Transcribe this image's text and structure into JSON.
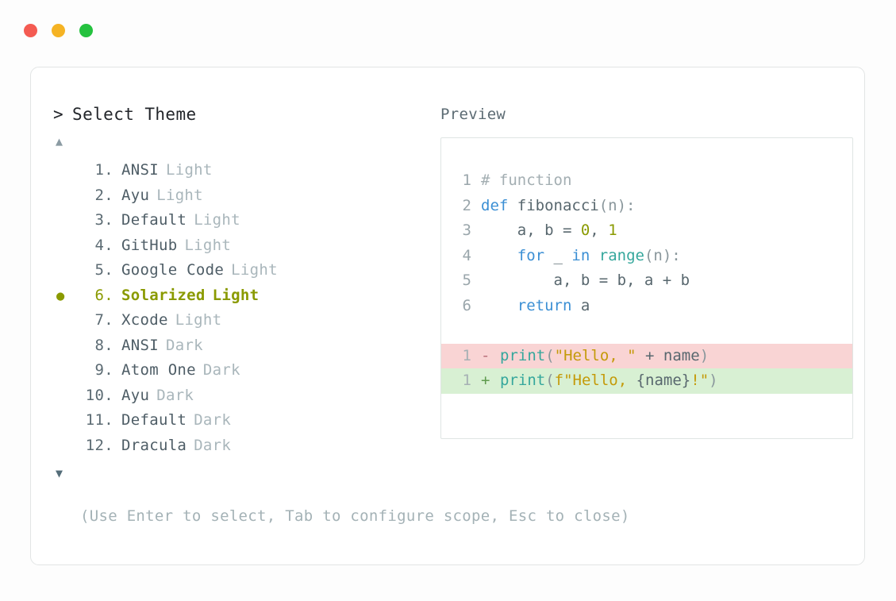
{
  "window": {
    "controls": [
      {
        "name": "close",
        "color": "#f45b52"
      },
      {
        "name": "minimize",
        "color": "#f5b324"
      },
      {
        "name": "maximize",
        "color": "#25c23f"
      }
    ]
  },
  "selector": {
    "caret": ">",
    "title": "Select Theme",
    "scroll_up": "▲",
    "scroll_down": "▼",
    "selected_index": 6,
    "selection_bullet": "●",
    "items": [
      {
        "index": "1.",
        "name": "ANSI",
        "variant": "Light",
        "selected": false,
        "bullet": ""
      },
      {
        "index": "2.",
        "name": "Ayu",
        "variant": "Light",
        "selected": false,
        "bullet": ""
      },
      {
        "index": "3.",
        "name": "Default",
        "variant": "Light",
        "selected": false,
        "bullet": ""
      },
      {
        "index": "4.",
        "name": "GitHub",
        "variant": "Light",
        "selected": false,
        "bullet": ""
      },
      {
        "index": "5.",
        "name": "Google Code",
        "variant": "Light",
        "selected": false,
        "bullet": ""
      },
      {
        "index": "6.",
        "name": "Solarized",
        "variant": "Light",
        "selected": true,
        "bullet": "●"
      },
      {
        "index": "7.",
        "name": "Xcode",
        "variant": "Light",
        "selected": false,
        "bullet": ""
      },
      {
        "index": "8.",
        "name": "ANSI",
        "variant": "Dark",
        "selected": false,
        "bullet": ""
      },
      {
        "index": "9.",
        "name": "Atom One",
        "variant": "Dark",
        "selected": false,
        "bullet": ""
      },
      {
        "index": "10.",
        "name": "Ayu",
        "variant": "Dark",
        "selected": false,
        "bullet": ""
      },
      {
        "index": "11.",
        "name": "Default",
        "variant": "Dark",
        "selected": false,
        "bullet": ""
      },
      {
        "index": "12.",
        "name": "Dracula",
        "variant": "Dark",
        "selected": false,
        "bullet": ""
      }
    ]
  },
  "preview": {
    "label": "Preview",
    "code_lines": [
      {
        "lineno": "1",
        "tokens": [
          {
            "t": "# function",
            "c": "tok-comment"
          }
        ]
      },
      {
        "lineno": "2",
        "tokens": [
          {
            "t": "def ",
            "c": "tok-keyword"
          },
          {
            "t": "fibonacci",
            "c": "tok-func"
          },
          {
            "t": "(n):",
            "c": "tok-punct"
          }
        ]
      },
      {
        "lineno": "3",
        "tokens": [
          {
            "t": "    a, b = ",
            "c": "tok-plain"
          },
          {
            "t": "0",
            "c": "tok-number"
          },
          {
            "t": ", ",
            "c": "tok-plain"
          },
          {
            "t": "1",
            "c": "tok-number"
          }
        ]
      },
      {
        "lineno": "4",
        "tokens": [
          {
            "t": "    ",
            "c": "tok-plain"
          },
          {
            "t": "for",
            "c": "tok-keyword"
          },
          {
            "t": " _ ",
            "c": "tok-plain"
          },
          {
            "t": "in",
            "c": "tok-keyword"
          },
          {
            "t": " ",
            "c": "tok-plain"
          },
          {
            "t": "range",
            "c": "tok-builtin"
          },
          {
            "t": "(n):",
            "c": "tok-punct"
          }
        ]
      },
      {
        "lineno": "5",
        "tokens": [
          {
            "t": "        a, b = b, a + b",
            "c": "tok-plain"
          }
        ]
      },
      {
        "lineno": "6",
        "tokens": [
          {
            "t": "    ",
            "c": "tok-plain"
          },
          {
            "t": "return",
            "c": "tok-keyword"
          },
          {
            "t": " a",
            "c": "tok-plain"
          }
        ]
      }
    ],
    "diff_lines": [
      {
        "lineno": "1",
        "kind": "removed",
        "sign": "-",
        "tokens": [
          {
            "t": "print",
            "c": "tok-builtin"
          },
          {
            "t": "(",
            "c": "tok-punct"
          },
          {
            "t": "\"Hello, \"",
            "c": "tok-string"
          },
          {
            "t": " + name",
            "c": "tok-plain"
          },
          {
            "t": ")",
            "c": "tok-punct"
          }
        ]
      },
      {
        "lineno": "1",
        "kind": "added",
        "sign": "+",
        "tokens": [
          {
            "t": "print",
            "c": "tok-builtin"
          },
          {
            "t": "(",
            "c": "tok-punct"
          },
          {
            "t": "f\"Hello, ",
            "c": "tok-string"
          },
          {
            "t": "{name}",
            "c": "tok-plain"
          },
          {
            "t": "!\"",
            "c": "tok-string"
          },
          {
            "t": ")",
            "c": "tok-punct"
          }
        ]
      }
    ]
  },
  "footer": {
    "hint": "(Use Enter to select, Tab to configure scope, Esc to close)"
  }
}
